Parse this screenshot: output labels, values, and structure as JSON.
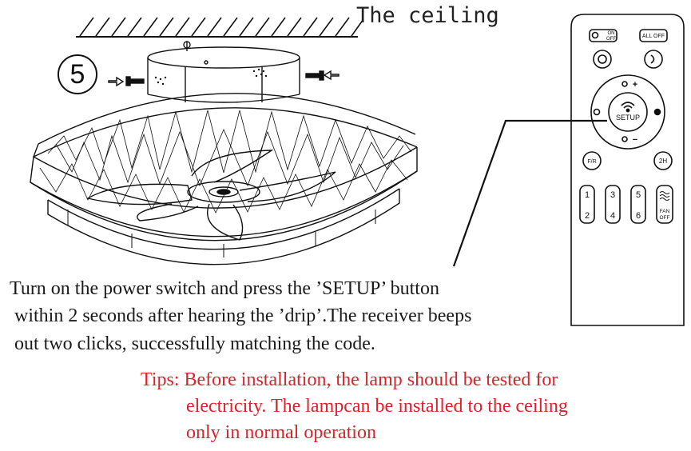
{
  "ceiling_label": "The ceiling",
  "step_number": "⑤",
  "instructions": [
    "Turn on the power switch and press the ’SETUP’ button",
    "within 2 seconds after hearing the ’drip’.The receiver beeps",
    "out two clicks, successfully matching the code."
  ],
  "tips": [
    "Tips: Before installation, the lamp should be tested for",
    "electricity. The lampcan be installed to the ceiling",
    "only in normal operation"
  ],
  "remote": {
    "on_off": "ON OFF",
    "all_off": "ALL OFF",
    "setup": "SETUP",
    "fr": "F/R",
    "timer_2h": "2H",
    "speeds": [
      "1",
      "2",
      "3",
      "4",
      "5",
      "6"
    ],
    "fan_off": "FAN OFF"
  },
  "colors": {
    "tip_text": "#e0202a",
    "line_art": "#111111"
  }
}
